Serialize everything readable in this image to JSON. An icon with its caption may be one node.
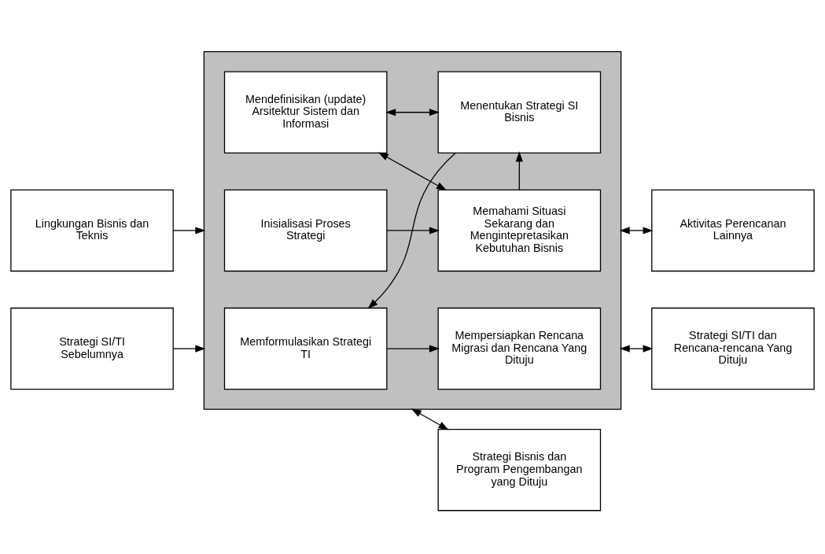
{
  "diagram": {
    "nodes": [
      {
        "text": [
          "Lingkungan Bisnis dan Teknis"
        ]
      },
      {
        "text": [],
        "shape": "box"
      },
      {
        "text": [
          "Inisialisasi Proses Strategi"
        ],
        "in": 1
      },
      {
        "text": [
          "Memahami Situasi Sekarang dan Mengintepretasikan Kebutuhan Bisnis"
        ],
        "in": 1
      },
      {
        "text": [
          "Aktivitas Perencanan Lainnya"
        ]
      },
      {
        "text": [
          "Mendefinisikan (update) Arsitektur Sistem dan Informasi"
        ],
        "in": 1
      },
      {
        "text": [
          "Menentukan Strategi SI Bisnis"
        ],
        "in": 1
      },
      {
        "text": [
          "Strategi SI/TI Sebelumnya"
        ]
      },
      {
        "text": [
          "Memformulasikan Strategi TI"
        ],
        "in": 1
      },
      {
        "text": [
          "Mempersiapkan Rencana Migrasi dan Rencana Yang Dituju"
        ],
        "in": 1
      },
      {
        "text": [
          "Strategi Bisnis dan Program Pengembangan yang Dituju"
        ]
      },
      {
        "text": [
          "Strategi SI/TI dan Rencana-rencana Yang Dituju"
        ]
      }
    ],
    "edges": [
      {
        "from": 0,
        "to": 1,
        "arrow": "to"
      },
      {
        "from": 2,
        "to": 3,
        "arrow": "to"
      },
      {
        "from": 3,
        "to": 5,
        "arrow": "both"
      },
      {
        "from": 3,
        "to": 6,
        "arrow": "to"
      },
      {
        "from": 5,
        "to": 6,
        "arrow": "both"
      },
      {
        "from": 6,
        "to": 8,
        "arrow": "to"
      },
      {
        "from": 8,
        "to": 9,
        "arrow": "to"
      },
      {
        "from": 7,
        "to": 1,
        "arrow": "to"
      },
      {
        "from": 1,
        "to": 4,
        "arrow": "both"
      },
      {
        "from": 1,
        "to": 10,
        "arrow": "both"
      },
      {
        "from": 1,
        "to": 11,
        "arrow": "both"
      }
    ]
  }
}
